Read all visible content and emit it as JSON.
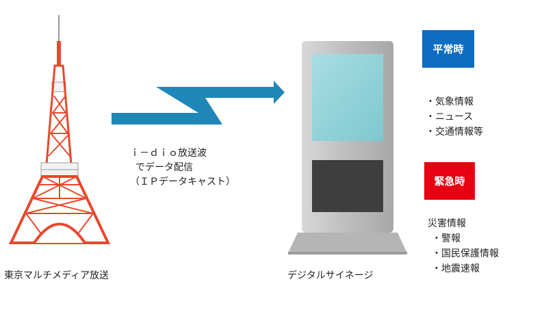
{
  "colors": {
    "tower_red": "#e8482c",
    "tower_white": "#f2f2f2",
    "tower_gray": "#9a9a9a",
    "wave_blue": "#1f87b8",
    "normal_badge": "#0c6dc2",
    "emergency_badge": "#e60012",
    "signage_frame": "#c4c4c4",
    "signage_screen": "#8fd2d8",
    "signage_lower": "#3e3e3e"
  },
  "tower": {
    "icon": "tokyo-tower-icon",
    "label": "東京マルチメディア放送"
  },
  "broadcast": {
    "icon": "signal-wave-arrow-icon",
    "line1": "ｉ－ｄｉｏ放送波",
    "line2": "でデータ配信",
    "line3": "（ＩＰデータキャスト）"
  },
  "signage": {
    "icon": "digital-signage-icon",
    "label": "デジタルサイネージ"
  },
  "normal": {
    "title": "平常時",
    "items": [
      "・気象情報",
      "・ニュース",
      "・交通情報等"
    ]
  },
  "emergency": {
    "title": "緊急時",
    "heading": "災害情報",
    "items": [
      "・警報",
      "・国民保護情報",
      "・地震速報"
    ]
  }
}
